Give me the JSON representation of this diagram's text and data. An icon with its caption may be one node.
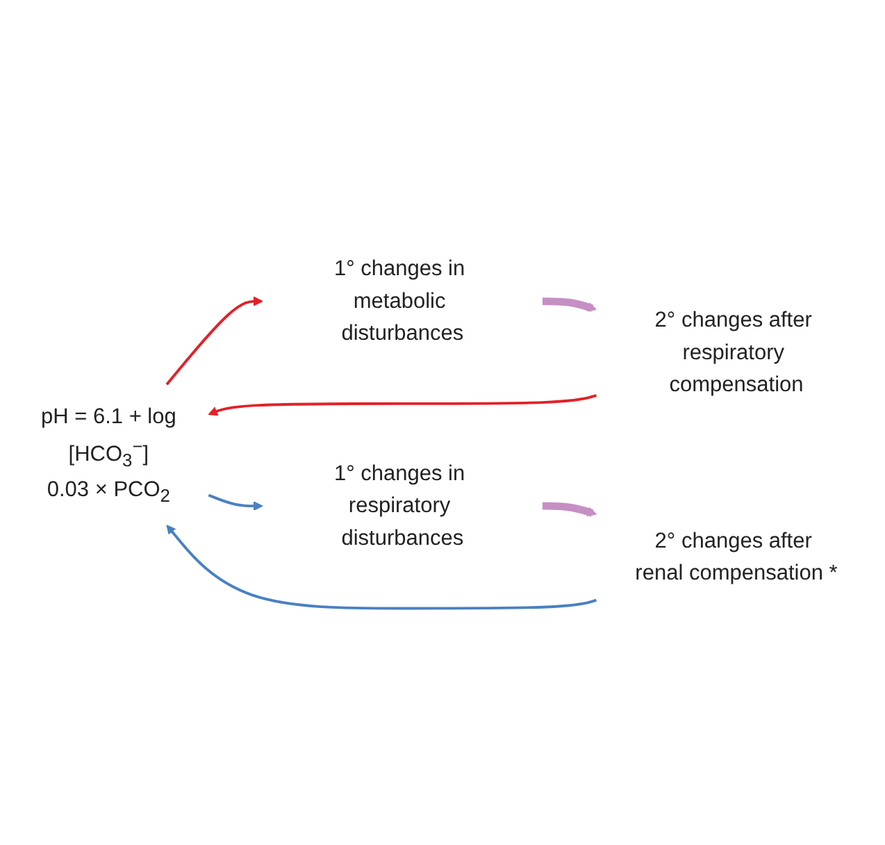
{
  "diagram": {
    "nodes": [
      {
        "text": [
          "pH = 6.1 + log",
          "[HCO$_{3}$$^{−}$]",
          "0.03 × PCO$_{2}$"
        ]
      },
      {
        "text": [
          "1° changes in metabolic disturbances"
        ]
      },
      {
        "text": [
          "2° changes after renal compensation"
        ],
        "beside": [
          "*"
        ]
      },
      {
        "text": [
          "1° changes in respiratory disturbances"
        ]
      },
      {
        "text": [
          "2° changes after respiratory compensation"
        ]
      }
    ],
    "edges": [
      {
        "from": 0,
        "to": 1,
        "arrow": "to",
        "color": "#e32028"
      },
      {
        "from": 2,
        "to": 0,
        "arrow": "to",
        "color": "#4a80c2"
      },
      {
        "from": 0,
        "to": 3,
        "arrow": "to",
        "color": "#4a80c2"
      },
      {
        "from": 4,
        "to": 0,
        "arrow": "to",
        "color": "#e32028"
      },
      {
        "from": 1,
        "to": 4,
        "arrow": "to",
        "style": "thick",
        "color": "#c68fc4"
      },
      {
        "from": 3,
        "to": 2,
        "arrow": "to",
        "style": "thick",
        "color": "#c68fc4"
      }
    ]
  }
}
